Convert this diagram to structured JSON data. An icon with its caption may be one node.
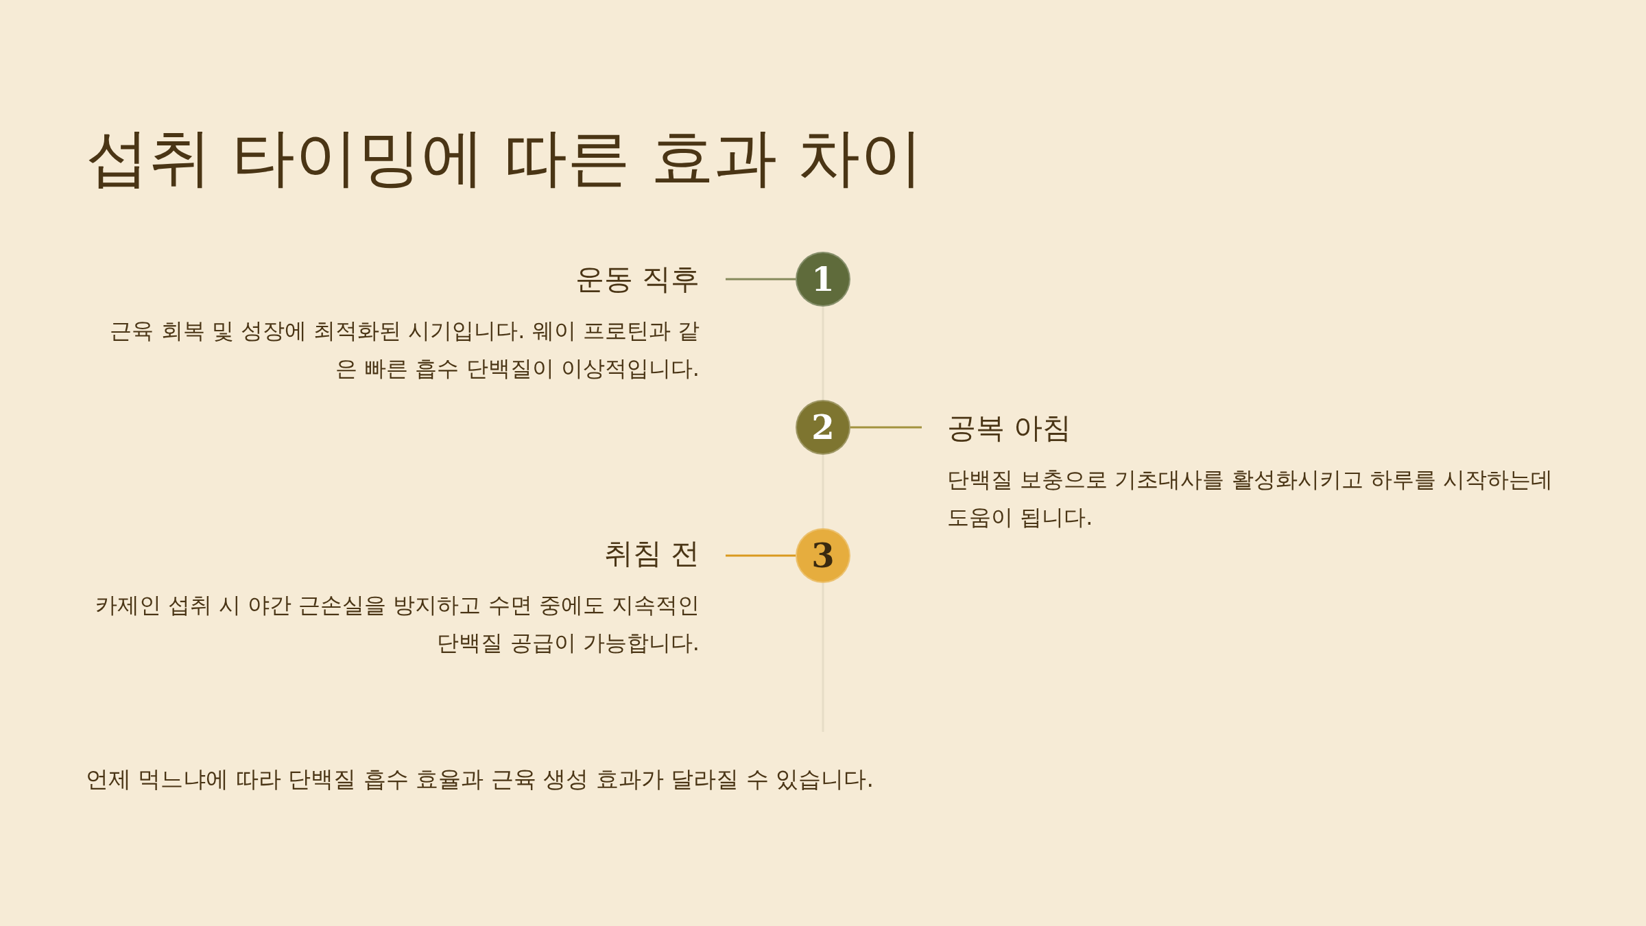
{
  "diagram": {
    "title": "섭취 타이밍에 따른 효과 차이",
    "nodes": [
      {
        "text": [
          "1"
        ]
      },
      {
        "text": [
          "운동 직후",
          "근육 회복 및 성장에 최적화된 시기입니다. 웨이 프로틴과 같은 빠른 흡수 단백질이 이상적입니다."
        ]
      },
      {
        "text": [
          "2"
        ]
      },
      {
        "text": [
          "공복 아침",
          "단백질 보충으로 기초대사를 활성화시키고 하루를 시작하는데 도움이 됩니다."
        ]
      },
      {
        "text": [
          "3"
        ]
      },
      {
        "text": [
          "취침 전",
          "카제인 섭취 시 야간 근손실을 방지하고 수면 중에도 지속적인 단백질 공급이 가능합니다."
        ]
      }
    ],
    "edges": [
      {
        "from": 0,
        "to": 1,
        "arrow": "none",
        "color": "#868a5c"
      },
      {
        "from": 2,
        "to": 3,
        "arrow": "none",
        "color": "#a2933e"
      },
      {
        "from": 4,
        "to": 5,
        "arrow": "none",
        "color": "#d9991f"
      },
      {
        "from": 0,
        "to": 2,
        "arrow": "none",
        "color": "#e6dcc6"
      },
      {
        "from": 2,
        "to": 4,
        "arrow": "none",
        "color": "#e6dcc6"
      },
      {
        "from": 4,
        "to": null,
        "arrow": "none",
        "color": "#e6dcc6"
      }
    ],
    "labels": [
      "언제 먹느냐에 따라 단백질 흡수 효율과 근육 생성 효과가 달라질 수 있습니다."
    ]
  }
}
